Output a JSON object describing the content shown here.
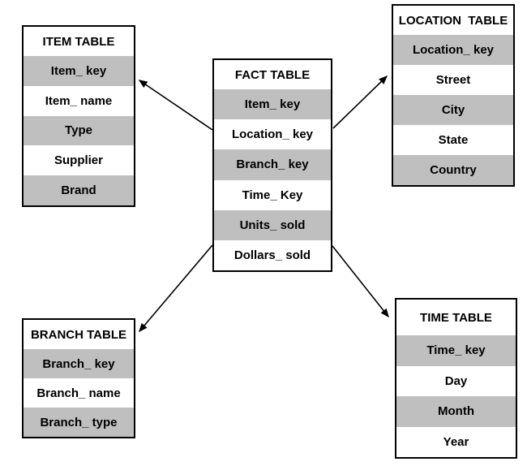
{
  "diagram": {
    "type": "star-schema",
    "tables": [
      {
        "id": "fact",
        "title": "FACT TABLE",
        "fields": [
          "Item_ key",
          "Location_ key",
          "Branch_ key",
          "Time_ Key",
          "Units_ sold",
          "Dollars_ sold"
        ]
      },
      {
        "id": "item",
        "title": "ITEM TABLE",
        "fields": [
          "Item_ key",
          "Item_ name",
          "Type",
          "Supplier",
          "Brand"
        ]
      },
      {
        "id": "location",
        "title": "LOCATION  TABLE",
        "fields": [
          "Location_ key",
          "Street",
          "City",
          "State",
          "Country"
        ]
      },
      {
        "id": "branch",
        "title": "BRANCH TABLE",
        "fields": [
          "Branch_ key",
          "Branch_ name",
          "Branch_ type"
        ]
      },
      {
        "id": "time",
        "title": "TIME TABLE",
        "fields": [
          "Time_ key",
          "Day",
          "Month",
          "Year"
        ]
      }
    ],
    "connections": [
      {
        "from": "fact",
        "to": "item"
      },
      {
        "from": "fact",
        "to": "location"
      },
      {
        "from": "fact",
        "to": "branch"
      },
      {
        "from": "fact",
        "to": "time"
      }
    ],
    "colors": {
      "row_shaded": "#bfbfbf",
      "row_plain": "#ffffff",
      "border": "#000000",
      "text": "#000000",
      "background": "#ffffff"
    }
  }
}
